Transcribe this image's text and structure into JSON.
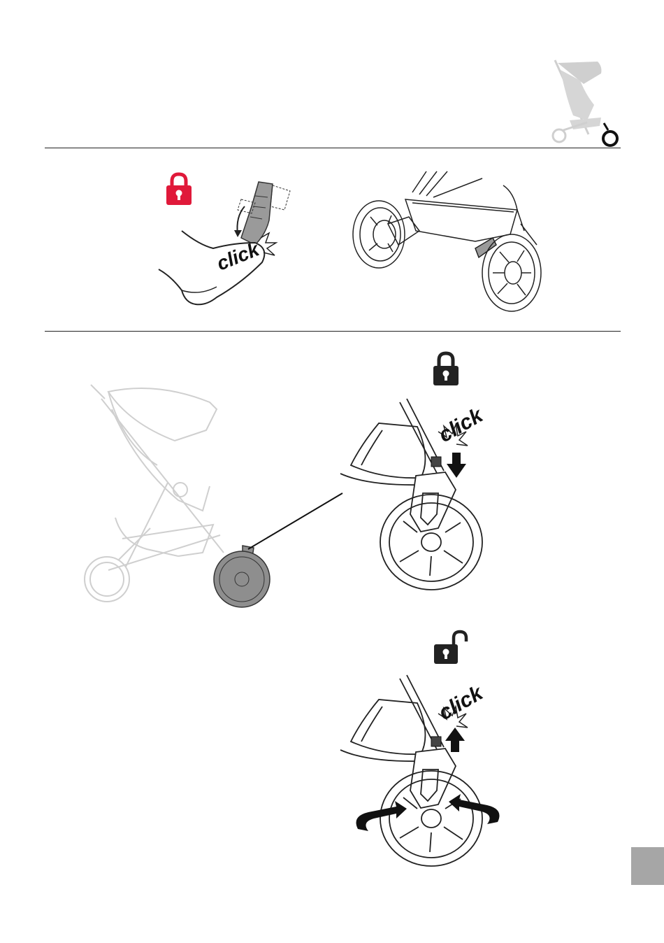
{
  "colors": {
    "lock_red": "#e0193a",
    "lock_black": "#222222",
    "ghost_gray": "#cfcfcf",
    "wheel_gray": "#8e8e8e",
    "tab_gray": "#a6a6a6"
  },
  "icons": {
    "header_stroller": "stroller-icon-front-wheel-highlight",
    "red_lock": "padlock-locked-icon",
    "black_lock": "padlock-locked-icon",
    "open_lock": "padlock-unlocked-icon"
  },
  "step1": {
    "click_label": "click"
  },
  "step2": {
    "lock_click_label": "click",
    "unlock_click_label": "click"
  }
}
